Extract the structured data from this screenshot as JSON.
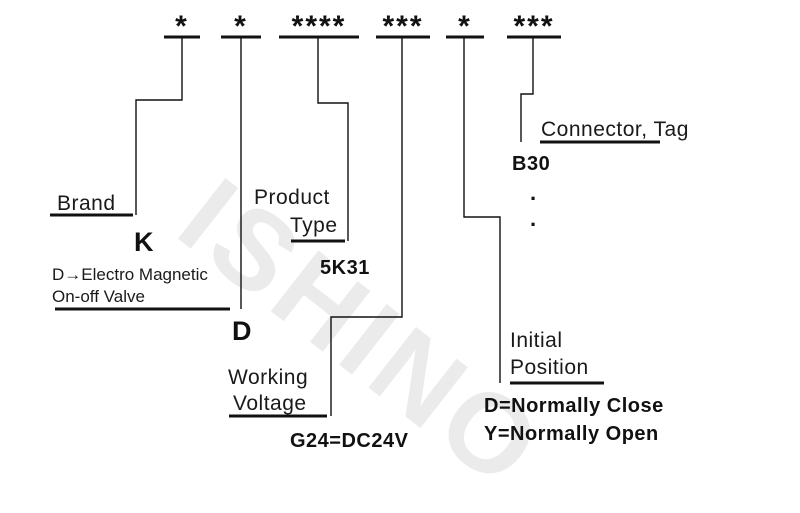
{
  "watermark": "ISHINO",
  "code_segments": [
    "*",
    "*",
    "****",
    "***",
    "*",
    "***"
  ],
  "brand": {
    "label": "Brand",
    "value": "K"
  },
  "valve": {
    "line1": "D→Electro Magnetic",
    "line2": "On-off Valve",
    "value": "D"
  },
  "product_type": {
    "line1": "Product",
    "line2": "Type",
    "value": "5K31"
  },
  "working_voltage": {
    "line1": "Working",
    "line2": "Voltage",
    "value": "G24=DC24V"
  },
  "initial_position": {
    "line1": "Initial",
    "line2": "Position",
    "options": [
      "D=Normally Close",
      "Y=Normally Open"
    ]
  },
  "connector": {
    "label": "Connector, Tag",
    "value": "B30",
    "dots": [
      ".",
      "."
    ]
  }
}
